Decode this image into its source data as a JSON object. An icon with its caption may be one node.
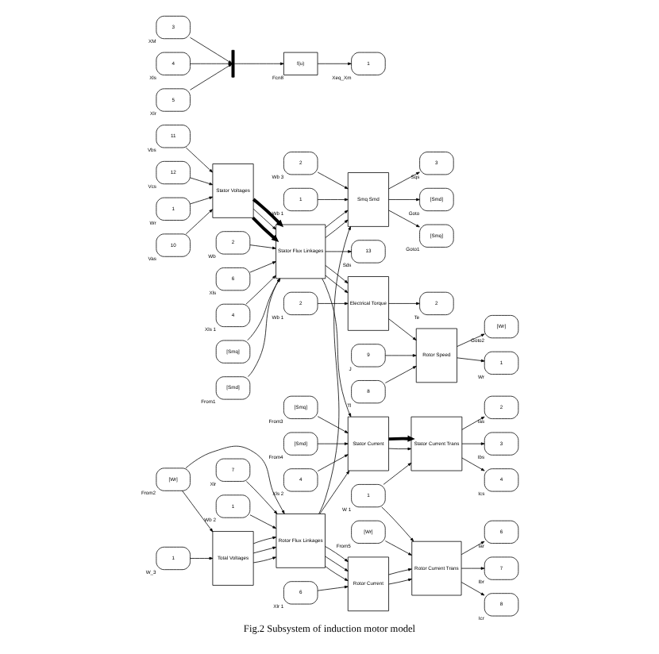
{
  "diagram": {
    "caption": "Fig.2 Subsystem of induction motor model",
    "nodes": [
      {
        "text": [
          "1"
        ],
        "beside": [
          "Wr"
        ]
      },
      {
        "text": [
          "10"
        ],
        "beside": [
          "Vas"
        ]
      },
      {
        "text": [
          "11"
        ],
        "beside": [
          "Vbs"
        ]
      },
      {
        "text": [
          "12"
        ],
        "beside": [
          "Vcs"
        ]
      },
      {
        "text": [
          "Stator Voltages"
        ]
      },
      {
        "text": [
          "2"
        ],
        "beside": [
          "Wb"
        ]
      },
      {
        "text": [
          "6"
        ],
        "beside": [
          "Xls"
        ]
      },
      {
        "text": [
          "4"
        ],
        "beside": [
          "Xls 1"
        ]
      },
      {
        "text": [
          "[Smq]"
        ]
      },
      {
        "text": [
          "[Smd]"
        ],
        "beside": [
          "From1"
        ]
      },
      {
        "text": [
          "Stator Flux Linkages"
        ]
      },
      {
        "text": [
          "3"
        ],
        "beside": [
          "XM"
        ]
      },
      {
        "text": [
          "4"
        ],
        "beside": [
          "Xls"
        ]
      },
      {
        "text": [
          "5"
        ],
        "beside": [
          "Xlr"
        ]
      },
      {
        "text": [],
        "shape": "bar"
      },
      {
        "text": [
          "f(u)"
        ],
        "beside": [
          "Fcn8"
        ]
      },
      {
        "text": [
          "1"
        ],
        "beside": [
          "Xeq_Xm"
        ]
      },
      {
        "text": [
          "1"
        ],
        "beside": [
          "Wb 2"
        ]
      },
      {
        "text": [
          "[Wr]"
        ],
        "beside": [
          "From2"
        ]
      },
      {
        "text": [
          "1"
        ],
        "beside": [
          "W_3"
        ]
      },
      {
        "text": [
          "Total Voltages"
        ]
      },
      {
        "text": [
          "7"
        ],
        "beside": [
          "Xlr"
        ]
      },
      {
        "text": [
          "Rotor Flux Linkages"
        ]
      },
      {
        "text": [
          "1"
        ],
        "beside": [
          "Wb 1"
        ]
      },
      {
        "text": [
          "2"
        ],
        "beside": [
          "Wb 3"
        ]
      },
      {
        "text": [
          "Smq Smd"
        ]
      },
      {
        "text": [
          "3"
        ],
        "beside": [
          "Sqs"
        ]
      },
      {
        "text": [
          "[Smd]"
        ],
        "beside": [
          "Goto"
        ]
      },
      {
        "text": [
          "[Smq]"
        ],
        "beside": [
          "Goto1"
        ]
      },
      {
        "text": [
          "13"
        ],
        "beside": [
          "Sds"
        ]
      },
      {
        "text": [
          "Electrical Torque"
        ]
      },
      {
        "text": [
          "2"
        ],
        "beside": [
          "Wb 1"
        ]
      },
      {
        "text": [
          "2"
        ],
        "beside": [
          "Te"
        ]
      },
      {
        "text": [
          "Rotor Speed"
        ]
      },
      {
        "text": [
          "8"
        ],
        "beside": [
          "Tl"
        ]
      },
      {
        "text": [
          "9"
        ],
        "beside": [
          "J"
        ]
      },
      {
        "text": [
          "[Wr]"
        ],
        "beside": [
          "Goto2"
        ]
      },
      {
        "text": [
          "1"
        ],
        "beside": [
          "Wr"
        ]
      },
      {
        "text": [
          "[Smq]"
        ],
        "beside": [
          "From3"
        ]
      },
      {
        "text": [
          "[Smd]"
        ],
        "beside": [
          "From4"
        ]
      },
      {
        "text": [
          "4"
        ],
        "beside": [
          "Xls 2"
        ]
      },
      {
        "text": [
          "Stator Current"
        ]
      },
      {
        "text": [
          "1"
        ],
        "beside": [
          "W 1"
        ]
      },
      {
        "text": [
          "Stator Current Trans"
        ]
      },
      {
        "text": [
          "2"
        ],
        "beside": [
          "Ias"
        ]
      },
      {
        "text": [
          "3"
        ],
        "beside": [
          "Ibs"
        ]
      },
      {
        "text": [
          "4"
        ],
        "beside": [
          "Ics"
        ]
      },
      {
        "text": [
          "6"
        ],
        "beside": [
          "Xlr 1"
        ]
      },
      {
        "text": [
          "Rotor Current"
        ]
      },
      {
        "text": [
          "[Wr]"
        ],
        "beside": [
          "From5"
        ]
      },
      {
        "text": [
          "Rotor Current Trans"
        ]
      },
      {
        "text": [
          "6"
        ],
        "beside": [
          "Iar"
        ]
      },
      {
        "text": [
          "7"
        ],
        "beside": [
          "Ibr"
        ]
      },
      {
        "text": [
          "8"
        ],
        "beside": [
          "Icr"
        ]
      }
    ],
    "edges": [
      {
        "from": 0,
        "to": 4,
        "arrow": "to"
      },
      {
        "from": 1,
        "to": 4,
        "arrow": "to"
      },
      {
        "from": 2,
        "to": 4,
        "arrow": "to"
      },
      {
        "from": 3,
        "to": 4,
        "arrow": "to"
      },
      {
        "from": 4,
        "to": 10,
        "arrow": "to",
        "style": "thick"
      },
      {
        "from": 4,
        "to": 10,
        "arrow": "to"
      },
      {
        "from": 4,
        "to": 10,
        "arrow": "to",
        "style": "thick"
      },
      {
        "from": 5,
        "to": 10,
        "arrow": "to"
      },
      {
        "from": 6,
        "to": 10,
        "arrow": "to"
      },
      {
        "from": 7,
        "to": 10,
        "arrow": "to"
      },
      {
        "from": 8,
        "to": 10,
        "arrow": "to"
      },
      {
        "from": 9,
        "to": 10,
        "arrow": "to"
      },
      {
        "from": 11,
        "to": 14,
        "arrow": "to"
      },
      {
        "from": 12,
        "to": 14,
        "arrow": "to"
      },
      {
        "from": 13,
        "to": 14,
        "arrow": "to"
      },
      {
        "from": 14,
        "to": 15,
        "arrow": "to"
      },
      {
        "from": 15,
        "to": 16,
        "arrow": "to"
      },
      {
        "from": 17,
        "to": 22,
        "arrow": "to"
      },
      {
        "from": 18,
        "to": 22,
        "arrow": "to"
      },
      {
        "from": 18,
        "to": 20,
        "arrow": "to"
      },
      {
        "from": 19,
        "to": 20,
        "arrow": "to"
      },
      {
        "from": 21,
        "to": 22,
        "arrow": "to"
      },
      {
        "from": 20,
        "to": 22,
        "arrow": "to"
      },
      {
        "from": 20,
        "to": 22,
        "arrow": "to"
      },
      {
        "from": 20,
        "to": 22,
        "arrow": "to"
      },
      {
        "from": 10,
        "to": 25,
        "arrow": "to"
      },
      {
        "from": 10,
        "to": 25,
        "arrow": "to"
      },
      {
        "from": 22,
        "to": 25,
        "arrow": "to"
      },
      {
        "from": 23,
        "to": 25,
        "arrow": "to"
      },
      {
        "from": 24,
        "to": 25,
        "arrow": "to"
      },
      {
        "from": 25,
        "to": 26,
        "arrow": "to"
      },
      {
        "from": 25,
        "to": 27,
        "arrow": "to"
      },
      {
        "from": 25,
        "to": 28,
        "arrow": "to"
      },
      {
        "from": 10,
        "to": 29,
        "arrow": "to"
      },
      {
        "from": 10,
        "to": 30,
        "arrow": "to"
      },
      {
        "from": 10,
        "to": 30,
        "arrow": "to"
      },
      {
        "from": 31,
        "to": 30,
        "arrow": "to"
      },
      {
        "from": 30,
        "to": 32,
        "arrow": "to"
      },
      {
        "from": 30,
        "to": 33,
        "arrow": "to"
      },
      {
        "from": 34,
        "to": 33,
        "arrow": "to"
      },
      {
        "from": 35,
        "to": 33,
        "arrow": "to"
      },
      {
        "from": 33,
        "to": 36,
        "arrow": "to"
      },
      {
        "from": 33,
        "to": 37,
        "arrow": "to"
      },
      {
        "from": 10,
        "to": 41,
        "arrow": "to"
      },
      {
        "from": 22,
        "to": 41,
        "arrow": "to"
      },
      {
        "from": 38,
        "to": 41,
        "arrow": "to"
      },
      {
        "from": 39,
        "to": 41,
        "arrow": "to"
      },
      {
        "from": 40,
        "to": 41,
        "arrow": "to"
      },
      {
        "from": 41,
        "to": 43,
        "arrow": "to"
      },
      {
        "from": 41,
        "to": 43,
        "arrow": "to",
        "style": "thick"
      },
      {
        "from": 42,
        "to": 43,
        "arrow": "to"
      },
      {
        "from": 43,
        "to": 44,
        "arrow": "to"
      },
      {
        "from": 43,
        "to": 45,
        "arrow": "to"
      },
      {
        "from": 43,
        "to": 46,
        "arrow": "to"
      },
      {
        "from": 22,
        "to": 48,
        "arrow": "to"
      },
      {
        "from": 22,
        "to": 48,
        "arrow": "to"
      },
      {
        "from": 22,
        "to": 48,
        "arrow": "to"
      },
      {
        "from": 47,
        "to": 48,
        "arrow": "to"
      },
      {
        "from": 48,
        "to": 50,
        "arrow": "to"
      },
      {
        "from": 48,
        "to": 50,
        "arrow": "to"
      },
      {
        "from": 42,
        "to": 50,
        "arrow": "to"
      },
      {
        "from": 49,
        "to": 50,
        "arrow": "to"
      },
      {
        "from": 50,
        "to": 51,
        "arrow": "to"
      },
      {
        "from": 50,
        "to": 52,
        "arrow": "to"
      },
      {
        "from": 50,
        "to": 53,
        "arrow": "to"
      }
    ]
  }
}
